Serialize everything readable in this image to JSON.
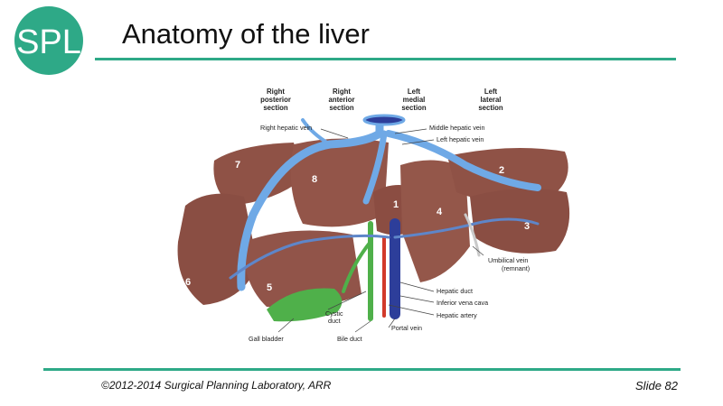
{
  "logo": {
    "text": "SPL",
    "color": "#2ea987"
  },
  "slide": {
    "title": "Anatomy of the liver",
    "copyright": "©2012-2014 Surgical Planning Laboratory, ARR",
    "slide_number": "Slide 82"
  },
  "diagram": {
    "section_headers": [
      {
        "line1": "Right",
        "line2": "posterior",
        "line3": "section"
      },
      {
        "line1": "Right",
        "line2": "anterior",
        "line3": "section"
      },
      {
        "line1": "Left",
        "line2": "medial",
        "line3": "section"
      },
      {
        "line1": "Left",
        "line2": "lateral",
        "line3": "section"
      }
    ],
    "segments": [
      "7",
      "8",
      "2",
      "1",
      "4",
      "3",
      "6",
      "5"
    ],
    "labels": {
      "right_hepatic_vein": "Right hepatic vein",
      "middle_hepatic_vein": "Middle hepatic vein",
      "left_hepatic_vein": "Left hepatic vein",
      "umbilical_vein_1": "Umbilical vein",
      "umbilical_vein_2": "(remnant)",
      "hepatic_duct": "Hepatic duct",
      "inferior_vena_cava": "Inferior vena cava",
      "hepatic_artery": "Hepatic artery",
      "portal_vein": "Portal vein",
      "cystic_duct_1": "Cystic",
      "cystic_duct_2": "duct",
      "gall_bladder": "Gall bladder",
      "bile_duct": "Bile duct"
    },
    "colors": {
      "liver": "#8c4f44",
      "vein": "#6fa9e6",
      "bile": "#4fb04a",
      "artery": "#d23a2a",
      "portal": "#2d3e9a"
    }
  }
}
